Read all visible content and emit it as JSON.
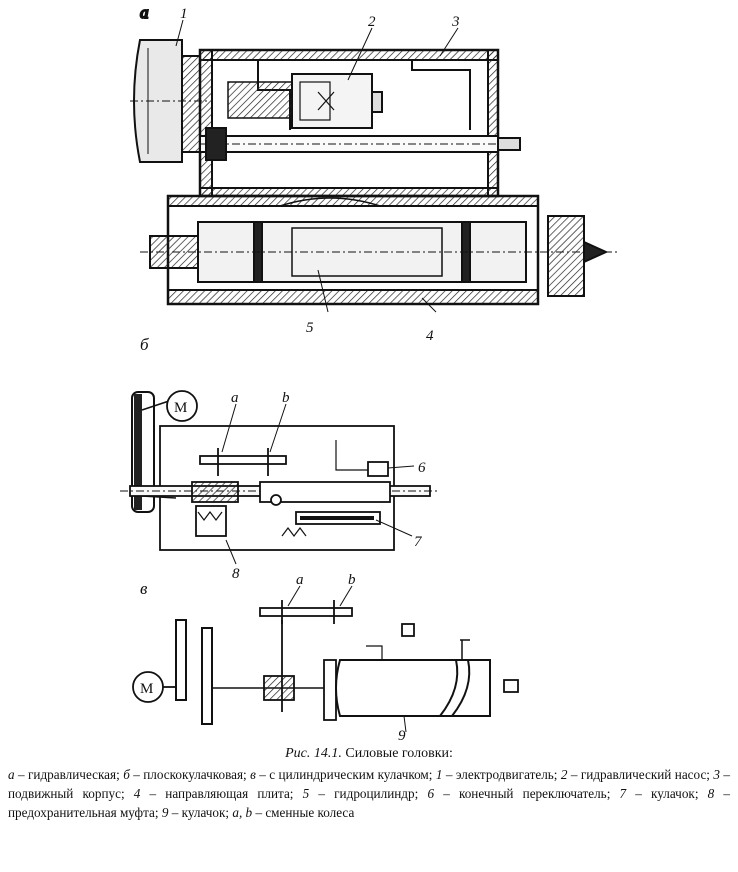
{
  "sections": {
    "a": "а",
    "b": "б",
    "c": "в"
  },
  "labels": {
    "n1": "1",
    "n2": "2",
    "n3": "3",
    "n4": "4",
    "n5": "5",
    "n6": "6",
    "n7": "7",
    "n8": "8",
    "n9": "9",
    "la": "a",
    "lb": "b",
    "motor": "M"
  },
  "caption": {
    "title_prefix": "Рис. 14.1.",
    "title_rest": " Силовые головки:",
    "items": [
      {
        "key": "а",
        "text": " – гидравлическая; "
      },
      {
        "key": "б",
        "text": " – плоскокулачковая; "
      },
      {
        "key": "в",
        "text": " – с цилиндрическим кулачком; "
      },
      {
        "key": "1",
        "text": " – электродвигатель; "
      },
      {
        "key": "2",
        "text": " – гидравлический насос; "
      },
      {
        "key": "3",
        "text": " – подвижный корпус; "
      },
      {
        "key": "4",
        "text": " – направляющая плита; "
      },
      {
        "key": "5",
        "text": " – гидроцилиндр; "
      },
      {
        "key": "6",
        "text": " – конечный переключатель; "
      },
      {
        "key": "7",
        "text": " – кулачок; "
      },
      {
        "key": "8",
        "text": " – предохранительная муфта; "
      },
      {
        "key": "9",
        "text": " – кулачок; "
      },
      {
        "key": "a, b",
        "text": " – сменные колеса"
      }
    ]
  }
}
